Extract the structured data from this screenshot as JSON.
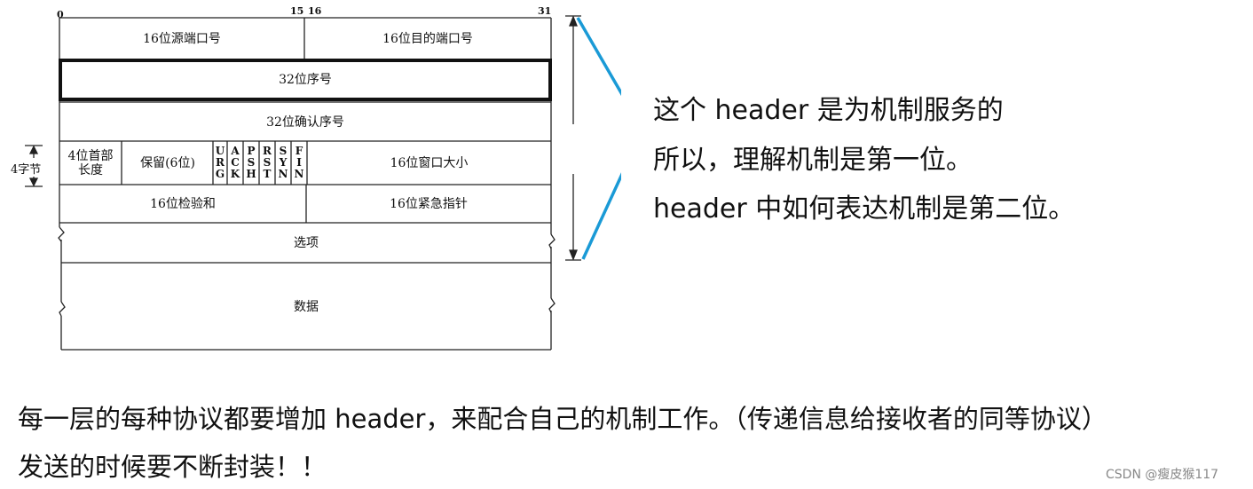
{
  "bits": {
    "b0": "0",
    "b15": "15",
    "b16": "16",
    "b31": "31"
  },
  "rows": {
    "src_port": "16位源端口号",
    "dst_port": "16位目的端口号",
    "seq": "32位序号",
    "ack": "32位确认序号",
    "hdr_len_line1": "4位首部",
    "hdr_len_line2": "长度",
    "reserved": "保留(6位)",
    "window": "16位窗口大小",
    "checksum": "16位检验和",
    "urgent": "16位紧急指针",
    "options": "选项",
    "data": "数据"
  },
  "flags": [
    {
      "l1": "U",
      "l2": "R",
      "l3": "G"
    },
    {
      "l1": "A",
      "l2": "C",
      "l3": "K"
    },
    {
      "l1": "P",
      "l2": "S",
      "l3": "H"
    },
    {
      "l1": "R",
      "l2": "S",
      "l3": "T"
    },
    {
      "l1": "S",
      "l2": "Y",
      "l3": "N"
    },
    {
      "l1": "F",
      "l2": "I",
      "l3": "N"
    }
  ],
  "four_bytes": "4字节",
  "notes": {
    "line1": "这个 header 是为机制服务的",
    "line2": "所以，理解机制是第一位。",
    "line3": "header 中如何表达机制是第二位。"
  },
  "bottom": {
    "line1": "每一层的每种协议都要增加 header，来配合自己的机制工作。（传递信息给接收者的同等协议）",
    "line2": "发送的时候要不断封装！！"
  },
  "watermark": "CSDN @瘦皮猴117",
  "colors": {
    "bracket": "#1a9ad6",
    "lines": "#222222"
  }
}
